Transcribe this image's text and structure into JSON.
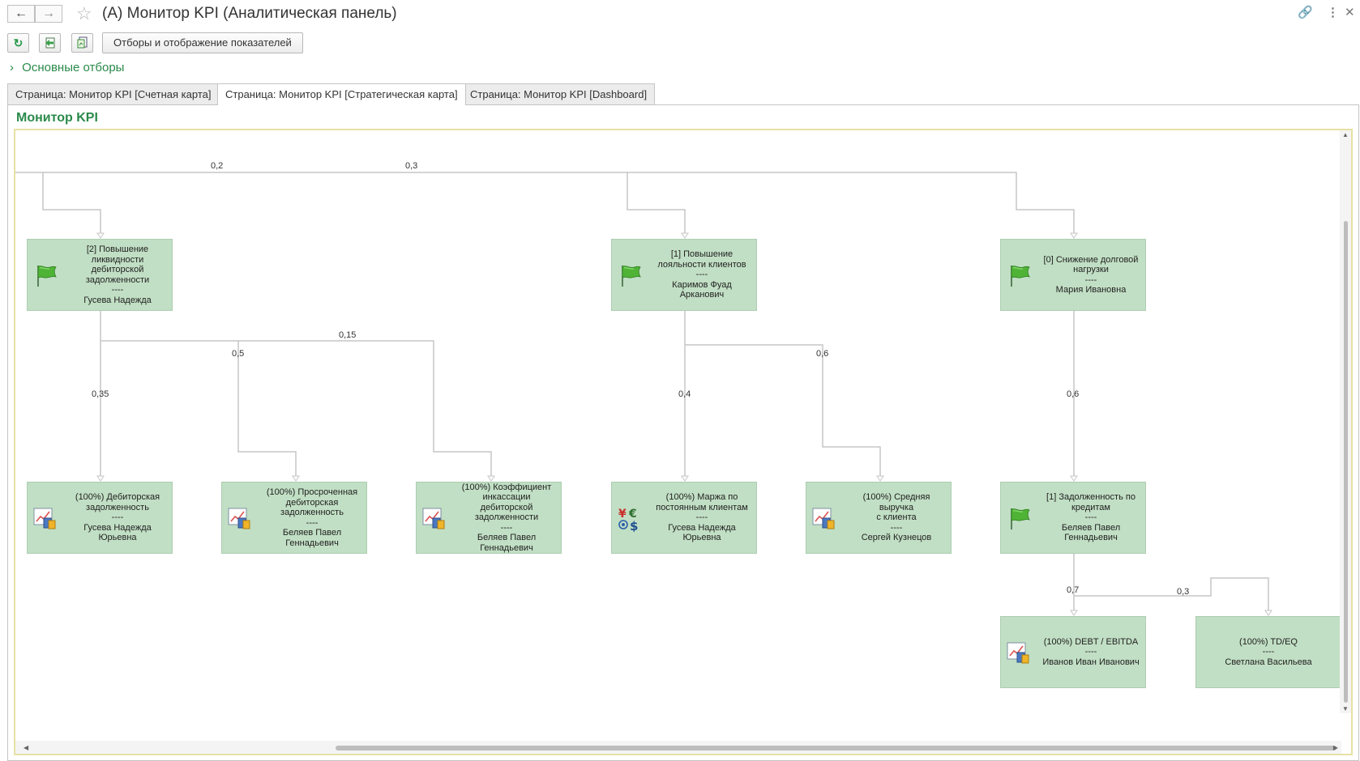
{
  "window": {
    "title": "(А) Монитор KPI (Аналитическая панель)",
    "back_icon": "arrow-left-icon",
    "forward_icon": "arrow-right-icon"
  },
  "toolbar": {
    "refresh_icon": "refresh-icon",
    "export_icon": "export-icon",
    "report_icon": "report-icon",
    "filters_label": "Отборы и отображение показателей"
  },
  "filters_group": {
    "label": "Основные отборы"
  },
  "tabs": [
    {
      "label": "Страница: Монитор KPI [Счетная карта]",
      "active": false
    },
    {
      "label": "Страница: Монитор KPI [Стратегическая карта]",
      "active": true
    },
    {
      "label": "Страница: Монитор KPI [Dashboard]",
      "active": false
    }
  ],
  "panel": {
    "title": "Монитор KPI"
  },
  "nodes": [
    {
      "id": "n1",
      "icon": "flag-icon",
      "lines": [
        "[2] Повышение",
        "ликвидности",
        "дебиторской",
        "задолженности",
        "----",
        "Гусева Надежда"
      ]
    },
    {
      "id": "n2",
      "icon": "flag-icon",
      "lines": [
        "[1] Повышение",
        "лояльности клиентов",
        "----",
        "Каримов Фуад",
        "Арканович"
      ]
    },
    {
      "id": "n3",
      "icon": "flag-icon",
      "lines": [
        "[0] Снижение долговой",
        "нагрузки",
        "----",
        "Мария Ивановна"
      ]
    },
    {
      "id": "n4",
      "icon": "chart-icon",
      "lines": [
        "(100%) Дебиторская",
        "задолженность",
        "----",
        "Гусева Надежда",
        "Юрьевна"
      ]
    },
    {
      "id": "n5",
      "icon": "chart-icon",
      "lines": [
        "(100%) Просроченная",
        "дебиторская",
        "задолженность",
        "----",
        "Беляев Павел",
        "Геннадьевич"
      ]
    },
    {
      "id": "n6",
      "icon": "chart-icon",
      "lines": [
        "(100%) Коэффициент",
        "инкассации дебиторской",
        "задолженности",
        "----",
        "Беляев Павел",
        "Геннадьевич"
      ]
    },
    {
      "id": "n7",
      "icon": "currency-icon",
      "lines": [
        "(100%) Маржа по",
        "постоянным клиентам",
        "----",
        "Гусева Надежда",
        "Юрьевна"
      ]
    },
    {
      "id": "n8",
      "icon": "chart-icon",
      "lines": [
        "(100%) Средняя выручка",
        "с клиента",
        "----",
        "Сергей Кузнецов"
      ]
    },
    {
      "id": "n9",
      "icon": "flag-icon",
      "lines": [
        "[1] Задолженность по",
        "кредитам",
        "----",
        "Беляев Павел",
        "Геннадьевич"
      ]
    },
    {
      "id": "n10",
      "icon": "chart-icon",
      "lines": [
        "(100%) DEBT / EBITDA",
        "----",
        "Иванов Иван Иванович"
      ]
    },
    {
      "id": "n11",
      "icon": "",
      "lines": [
        "(100%) TD/EQ",
        "----",
        "Светлана Васильева"
      ]
    }
  ],
  "edge_weights": [
    "0,2",
    "0,3",
    "0,15",
    "0,5",
    "0,35",
    "0,4",
    "0,6",
    "0,6",
    "0,7",
    "0,3"
  ],
  "colors": {
    "accent": "#2a8a4a",
    "node_fill": "#c1dfc4",
    "frame": "#e7e1a4"
  }
}
